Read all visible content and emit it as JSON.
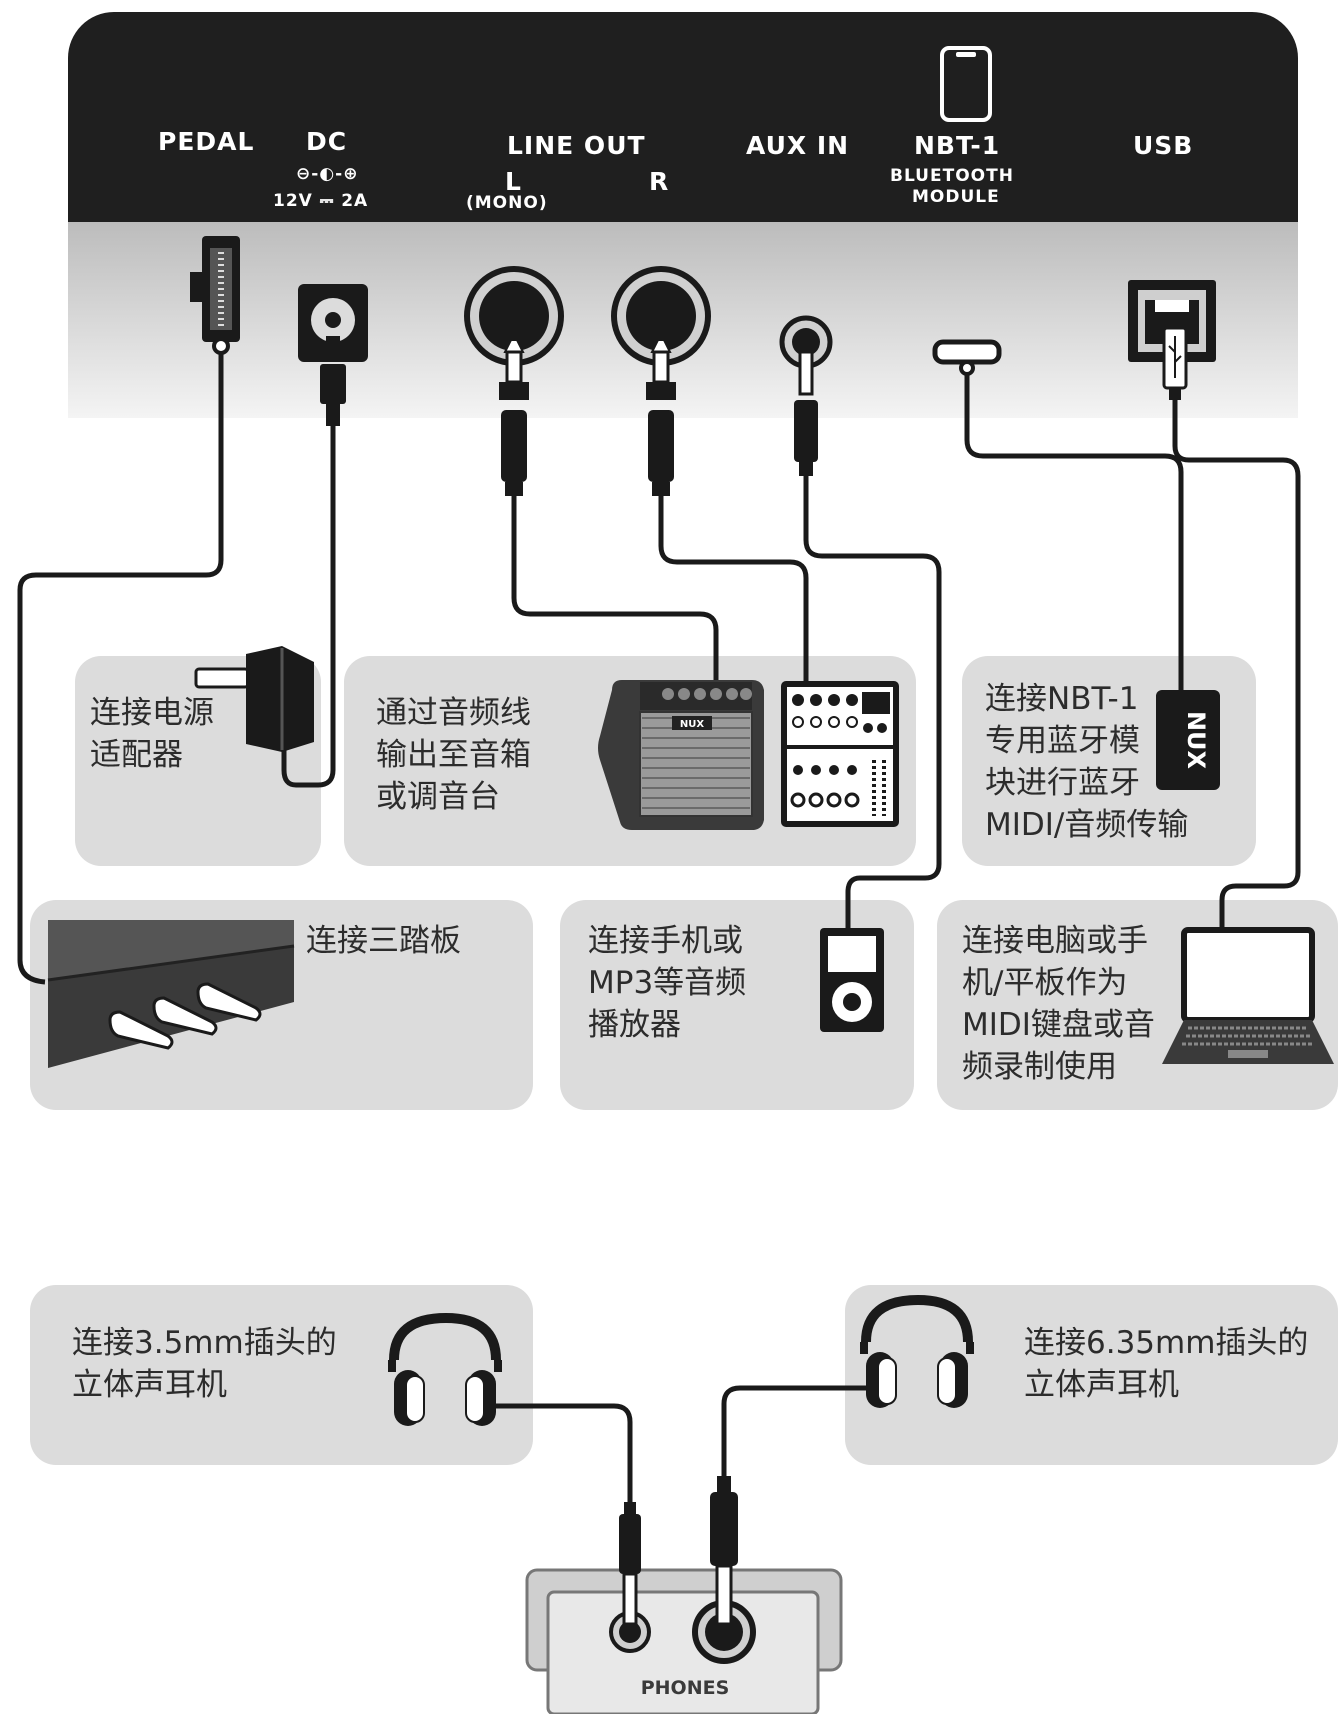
{
  "panel": {
    "pedal": "PEDAL",
    "dc": "DC",
    "dc_symbol": "⊖-◐-⊕",
    "dc_rating": "12V ⎓ 2A",
    "line_out": "LINE OUT",
    "line_out_l": "L",
    "line_out_mono": "(MONO)",
    "line_out_r": "R",
    "aux_in": "AUX IN",
    "nbt1": "NBT-1",
    "bluetooth": "BLUETOOTH",
    "module": "MODULE",
    "usb": "USB"
  },
  "captions": {
    "power": "连接电源\n适配器",
    "audio_out": "通过音频线\n输出至音箱\n或调音台",
    "bluetooth": "连接NBT-1\n专用蓝牙模\n块进行蓝牙\nMIDI/音频传输",
    "pedals": "连接三踏板",
    "player": "连接手机或\nMP3等音频\n播放器",
    "computer": "连接电脑或手\n机/平板作为\nMIDI键盘或音\n频录制使用",
    "headphone_35": "连接3.5mm插头的\n立体声耳机",
    "headphone_635": "连接6.35mm插头的\n立体声耳机"
  },
  "amp_logo": "NUX",
  "module_logo": "NUX",
  "phones": "PHONES",
  "colors": {
    "panel_dark": "#1f1f1f",
    "box_gray": "#dcdcdc",
    "cable": "#1a1a1a"
  }
}
